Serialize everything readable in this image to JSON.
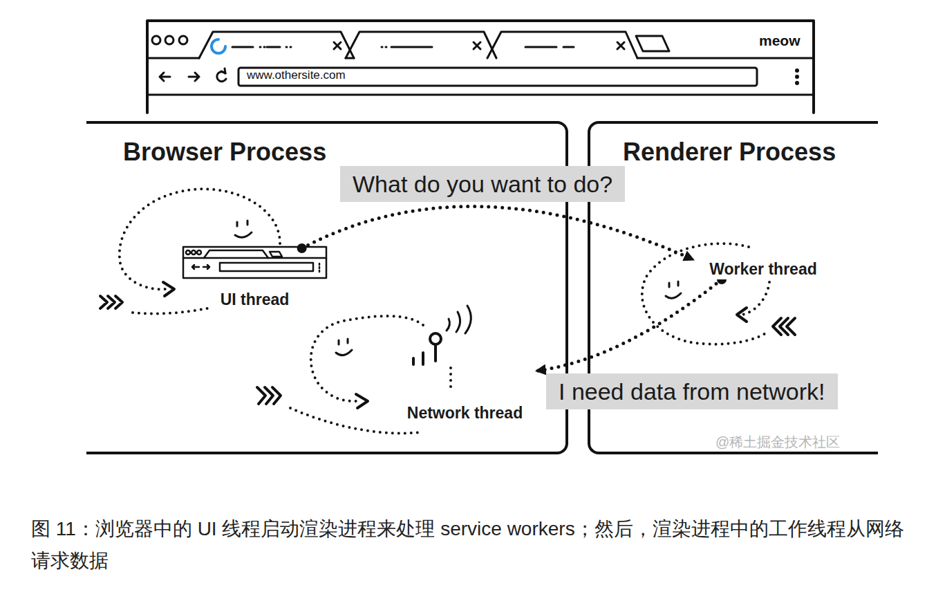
{
  "diagram": {
    "caption": "图 11：浏览器中的 UI 线程启动渲染进程来处理 service workers；然后，渲染进程中的工作线程从网络请求数据",
    "nodes": [
      {
        "text": [
          "Browser Process"
        ]
      },
      {
        "text": [
          "UI thread"
        ],
        "in": 0
      },
      {
        "text": [
          "Network thread"
        ],
        "in": 0
      },
      {
        "text": [
          "Renderer Process"
        ]
      },
      {
        "text": [
          "Worker thread"
        ],
        "in": 3
      }
    ],
    "edges": [
      {
        "from": 1,
        "to": 4,
        "arrow": "to",
        "label": "What do you want to do?"
      },
      {
        "from": 4,
        "to": 2,
        "arrow": "to",
        "label": "I need data from network!"
      }
    ],
    "labels": [
      "www.othersite.com",
      "meow",
      "@稀土掘金技术社区"
    ]
  }
}
